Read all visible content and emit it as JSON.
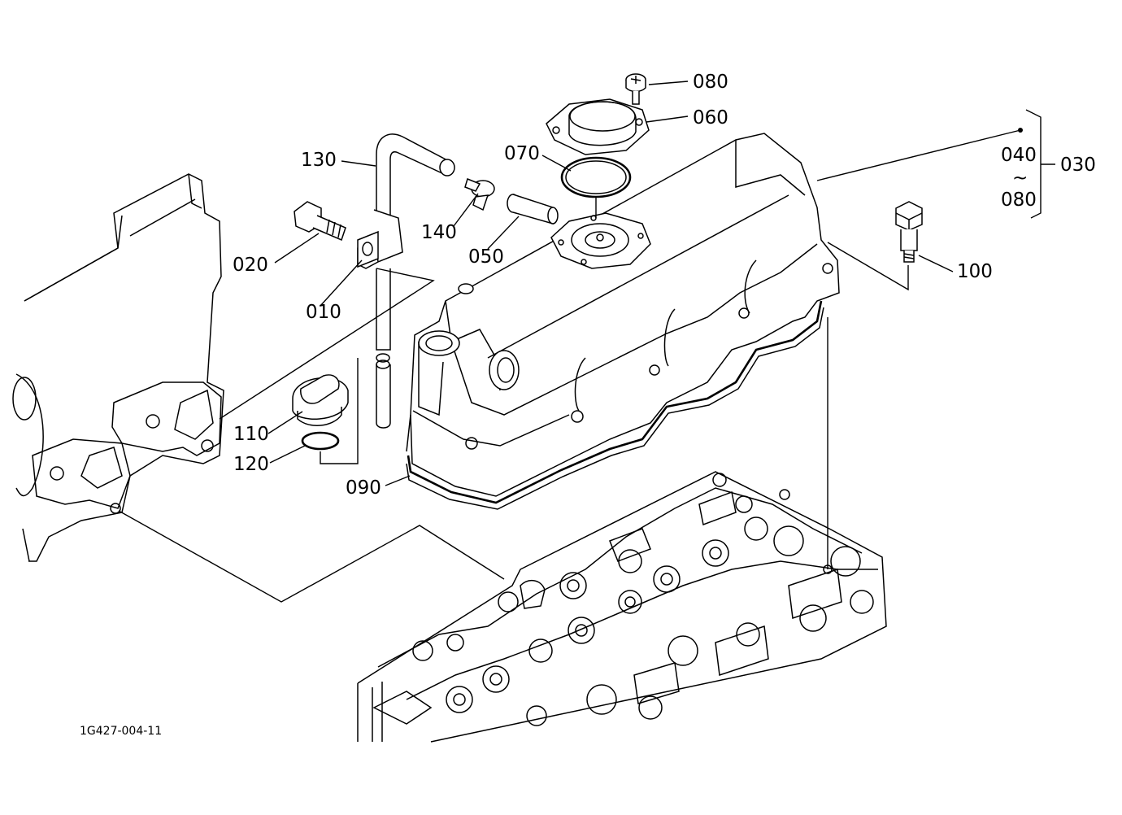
{
  "drawing_ref": "1G427-004-11",
  "callouts": {
    "c010": "010",
    "c020": "020",
    "c030": "030",
    "c040": "040",
    "c050": "050",
    "c060": "060",
    "c070": "070",
    "c080_top": "080",
    "c080_range": "080",
    "c090": "090",
    "c100": "100",
    "c110": "110",
    "c120": "120",
    "c130": "130",
    "c140": "140",
    "range_sep": "~"
  }
}
